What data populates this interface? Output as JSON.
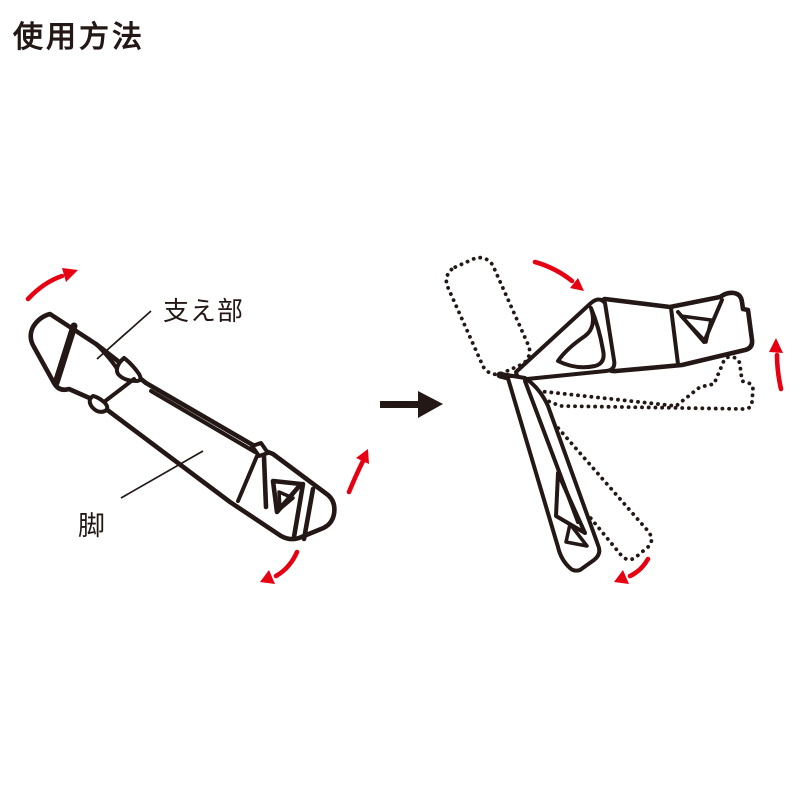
{
  "title": "使用方法",
  "colors": {
    "background": "#ffffff",
    "line": "#231815",
    "red": "#e60012"
  },
  "closed_stand": {
    "description": "folded stand (closed state)",
    "caption_support": "支え部",
    "caption_leg": "脚",
    "arrows": {
      "top_left": "rotate-arrow-up-right",
      "middle_right": "rotate-arrow-up",
      "bottom": "rotate-arrow-down-left"
    }
  },
  "transition": {
    "icon": "arrow-right"
  },
  "open_stand": {
    "description": "opened stand (in use, previous positions dotted)",
    "arrows": {
      "top": "rotate-arrow-down-right",
      "right": "rotate-arrow-up",
      "bottom": "rotate-arrow-down-left"
    }
  }
}
